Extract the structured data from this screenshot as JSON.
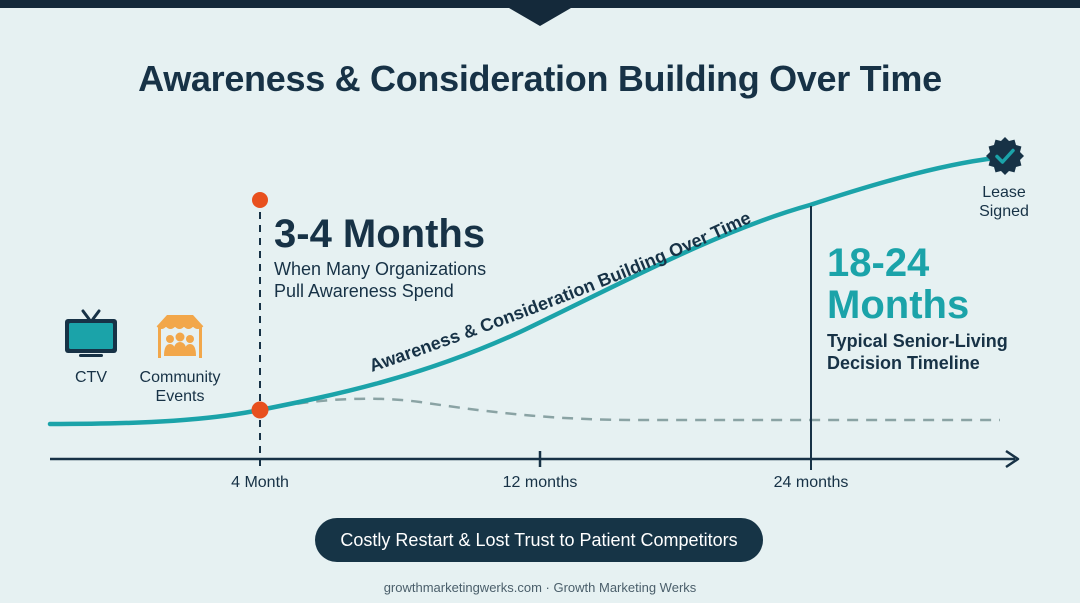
{
  "title": "Awareness & Consideration Building Over Time",
  "curve_label": "Awareness & Consideration Building Over Time",
  "axis": {
    "ticks": [
      {
        "label": "4 Month",
        "month": 4
      },
      {
        "label": "12 months",
        "month": 12
      },
      {
        "label": "24 months",
        "month": 24
      }
    ]
  },
  "callout_left": {
    "headline": "3-4 Months",
    "line1": "When Many Organizations",
    "line2": "Pull Awareness Spend"
  },
  "callout_right": {
    "headline_line1": "18-24",
    "headline_line2": "Months",
    "line1": "Typical Senior-Living",
    "line2": "Decision Timeline"
  },
  "channels": [
    {
      "label": "CTV",
      "icon": "tv-icon"
    },
    {
      "label_line1": "Community",
      "label_line2": "Events",
      "icon": "community-tent-icon"
    }
  ],
  "endpoint": {
    "line1": "Lease",
    "line2": "Signed",
    "icon": "checkmark-badge-icon"
  },
  "restart_pill": "Costly Restart & Lost Trust to Patient Competitors",
  "footer": "growthmarketingwerks.com · Growth Marketing Werks",
  "colors": {
    "dark": "#173246",
    "teal": "#1ba3a9",
    "orange": "#e8501e",
    "dashed_gray": "#8aa3a4",
    "icon_orange": "#f2a74a",
    "background": "#e6f1f2"
  }
}
